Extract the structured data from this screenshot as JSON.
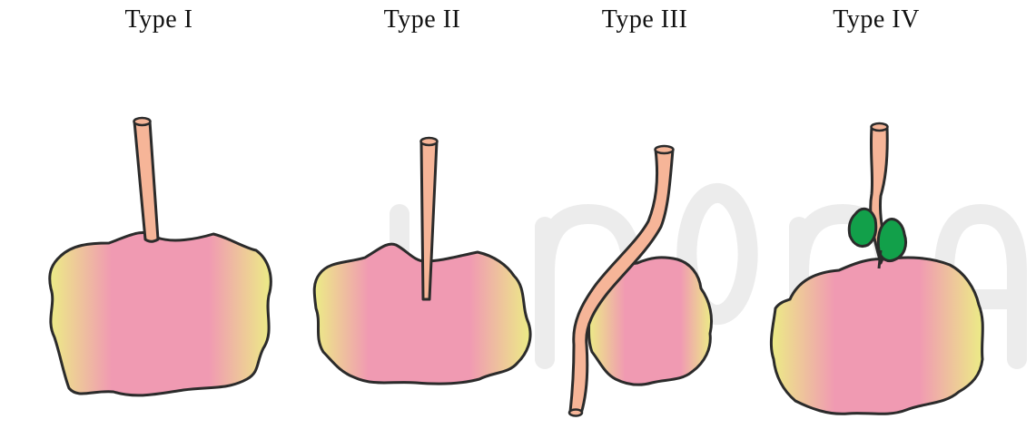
{
  "types": [
    {
      "label": "Type I"
    },
    {
      "label": "Type II"
    },
    {
      "label": "Type III"
    },
    {
      "label": "Type IV"
    }
  ],
  "colors": {
    "outline": "#2b2b2b",
    "tube_fill": "#f6b598",
    "sac_edge": "#ecec86",
    "sac_mid": "#f09ab2",
    "lobe_fill": "#12a04a",
    "watermark": "#ececec"
  }
}
